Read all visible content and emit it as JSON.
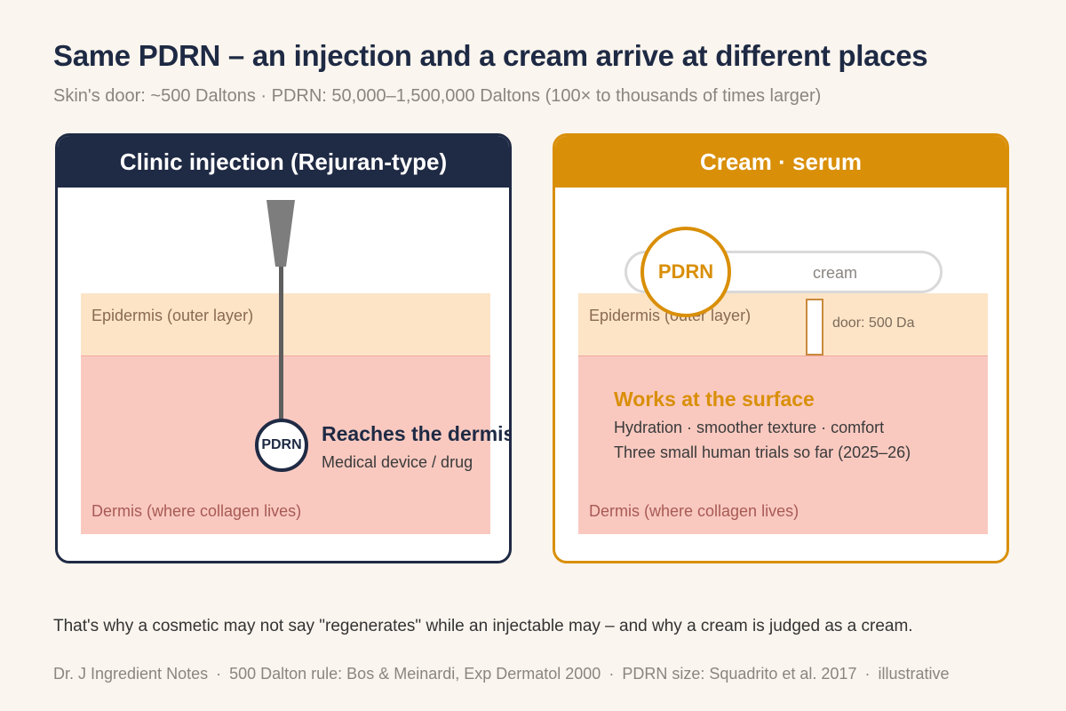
{
  "title": "Same PDRN – an injection and a cream arrive at different places",
  "subtitle": "Skin's door: ~500 Daltons · PDRN: 50,000–1,500,000 Daltons (100× to thousands of times larger)",
  "colors": {
    "navy": "#1f2a44",
    "amber": "#d98f08",
    "epidermis": "#fde4c7",
    "dermis": "#f9c9c0",
    "background": "#faf5ee"
  },
  "left_panel": {
    "header": "Clinic injection (Rejuran-type)",
    "epidermis_label": "Epidermis (outer layer)",
    "dermis_label": "Dermis (where collagen lives)",
    "pdrn_label": "PDRN",
    "result_title": "Reaches the dermis",
    "result_sub": "Medical device / drug"
  },
  "right_panel": {
    "header": "Cream · serum",
    "cream_label": "cream",
    "pdrn_label": "PDRN",
    "epidermis_label": "Epidermis (outer layer)",
    "door_label": "door: 500 Da",
    "dermis_label": "Dermis (where collagen lives)",
    "result_title": "Works at the surface",
    "result_line1": "Hydration · smoother texture · comfort",
    "result_line2": "Three small human trials so far (2025–26)"
  },
  "bottom_note": "That's why a cosmetic may not say \"regenerates\" while an injectable may – and why a cream is judged as a cream.",
  "footer": {
    "items": [
      "Dr. J Ingredient Notes",
      "500 Dalton rule: Bos & Meinardi, Exp Dermatol 2000",
      "PDRN size: Squadrito et al. 2017",
      "illustrative"
    ],
    "separator": "·"
  }
}
